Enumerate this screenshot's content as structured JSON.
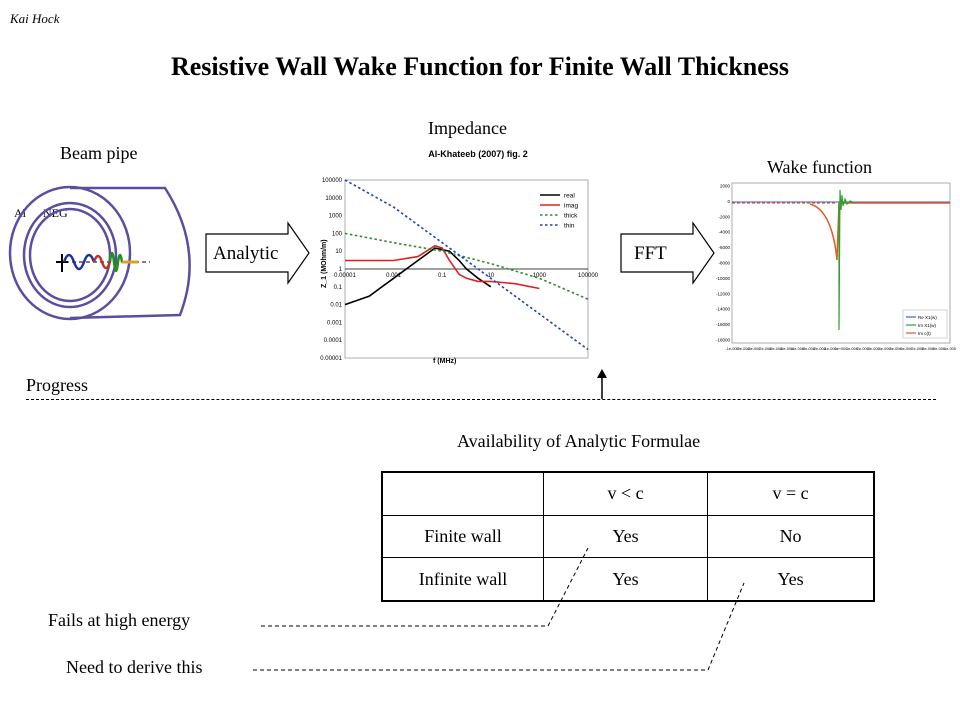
{
  "slide": {
    "author": "Kai Hock",
    "title": "Resistive Wall Wake Function for Finite Wall Thickness"
  },
  "beam_pipe": {
    "label": "Beam pipe",
    "layer_labels": [
      "Al",
      "NEG"
    ]
  },
  "arrows": {
    "analytic": "Analytic",
    "fft": "FFT"
  },
  "impedance": {
    "label": "Impedance",
    "chart_data": {
      "type": "line",
      "title": "Al-Khateeb (2007) fig. 2",
      "xlabel": "f (MHz)",
      "ylabel": "Z_1 (MOhm/m)",
      "xscale": "log",
      "yscale": "log",
      "x_ticks": [
        "0.00001",
        "0.001",
        "0.1",
        "10",
        "1000",
        "100000"
      ],
      "y_ticks": [
        "0.00001",
        "0.0001",
        "0.001",
        "0.01",
        "0.1",
        "1",
        "10",
        "100",
        "1000",
        "10000",
        "100000"
      ],
      "xlim": [
        1e-05,
        100000
      ],
      "ylim": [
        1e-05,
        100000
      ],
      "legend_position": "top-right",
      "series": [
        {
          "name": "real",
          "color": "#000000",
          "style": "solid",
          "x": [
            1e-05,
            0.0001,
            0.001,
            0.01,
            0.05,
            0.2,
            0.5,
            1,
            3,
            10
          ],
          "y": [
            0.01,
            0.03,
            0.3,
            3,
            15,
            10,
            3,
            1,
            0.3,
            0.1
          ]
        },
        {
          "name": "imag",
          "color": "#e02020",
          "style": "solid",
          "x": [
            1e-05,
            0.001,
            0.01,
            0.05,
            0.1,
            0.2,
            0.5,
            1,
            3,
            10,
            100,
            1000
          ],
          "y": [
            3,
            3,
            5,
            20,
            15,
            3,
            0.5,
            0.3,
            0.2,
            0.2,
            0.15,
            0.08
          ]
        },
        {
          "name": "thick",
          "color": "#2e8b2e",
          "style": "dotted",
          "x": [
            1e-05,
            0.001,
            0.1,
            10,
            1000,
            100000
          ],
          "y": [
            100,
            30,
            10,
            2,
            0.3,
            0.02
          ]
        },
        {
          "name": "thin",
          "color": "#1f3fbf",
          "style": "dotted",
          "x": [
            1e-05,
            0.001,
            0.1,
            10,
            1000,
            100000
          ],
          "y": [
            100000,
            3000,
            30,
            0.3,
            0.003,
            3e-05
          ]
        }
      ]
    }
  },
  "wake": {
    "label": "Wake function",
    "chart_data": {
      "type": "line",
      "x_ticks": [
        "-1e-005",
        "-9e-006",
        "-8e-006",
        "-7e-006",
        "-6e-006",
        "-5e-006",
        "-4e-006",
        "-3e-006",
        "-2e-006",
        "-1e-006",
        "0e+000",
        "1e-006",
        "2e-006",
        "3e-006",
        "4e-006",
        "5e-006",
        "6e-006",
        "7e-006",
        "8e-006",
        "9e-006",
        "1e-005"
      ],
      "y_ticks": [
        "2000",
        "0",
        "-2000",
        "-4000",
        "-6000",
        "-8000",
        "-10000",
        "-12000",
        "-14000",
        "-16000",
        "-18000"
      ],
      "ylim": [
        -18000,
        2000
      ],
      "xlim": [
        -1e-05,
        1e-05
      ],
      "legend_position": "bottom-right",
      "legend": [
        "Re X1(w)",
        "Im X1(w)",
        "Im c(t)"
      ],
      "series": [
        {
          "name": "Re X1(w)",
          "color": "#3a5fcd"
        },
        {
          "name": "Im X1(w)",
          "color": "#2ea02e"
        },
        {
          "name": "Im c(t)",
          "color": "#e05a2a"
        }
      ]
    }
  },
  "progress": {
    "label": "Progress"
  },
  "availability": {
    "title": "Availability of Analytic Formulae",
    "headers": [
      "",
      "v < c",
      "v = c"
    ],
    "rows": [
      [
        "Finite wall",
        "Yes",
        "No"
      ],
      [
        "Infinite wall",
        "Yes",
        "Yes"
      ]
    ]
  },
  "notes": {
    "fails": "Fails at high energy",
    "derive": "Need to derive this"
  }
}
